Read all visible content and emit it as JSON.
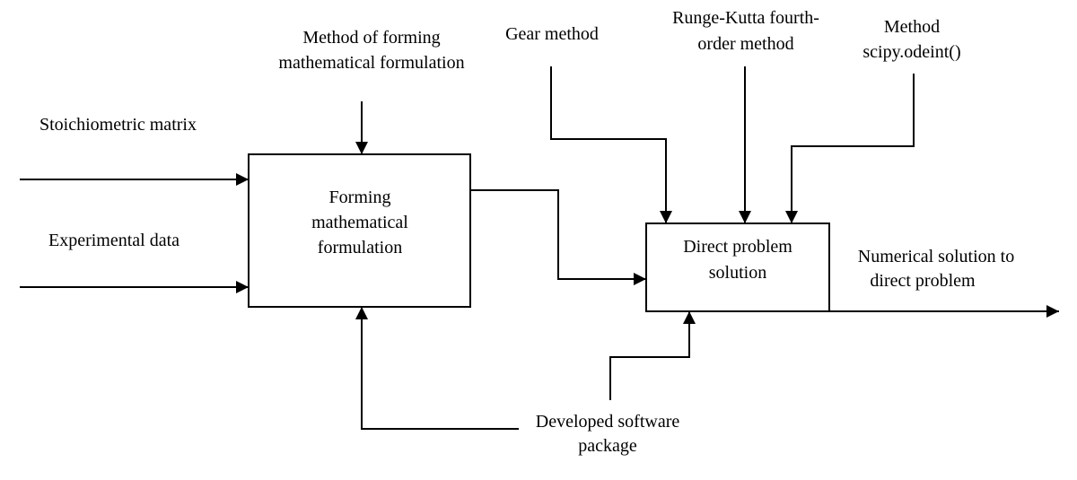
{
  "diagram": {
    "inputs": {
      "stoichiometric": "Stoichiometric matrix",
      "experimental": "Experimental data"
    },
    "controls": {
      "forming_method_l1": "Method of forming",
      "forming_method_l2": "mathematical formulation",
      "gear": "Gear method",
      "rk_l1": "Runge-Kutta fourth-",
      "rk_l2": "order method",
      "scipy_l1": "Method",
      "scipy_l2": "scipy.odeint()"
    },
    "blocks": {
      "forming_l1": "Forming",
      "forming_l2": "mathematical",
      "forming_l3": "formulation",
      "direct_l1": "Direct problem",
      "direct_l2": "solution"
    },
    "outputs": {
      "numerical_l1": "Numerical solution to",
      "numerical_l2": "direct problem"
    },
    "mechanisms": {
      "software_l1": "Developed software",
      "software_l2": "package"
    }
  }
}
